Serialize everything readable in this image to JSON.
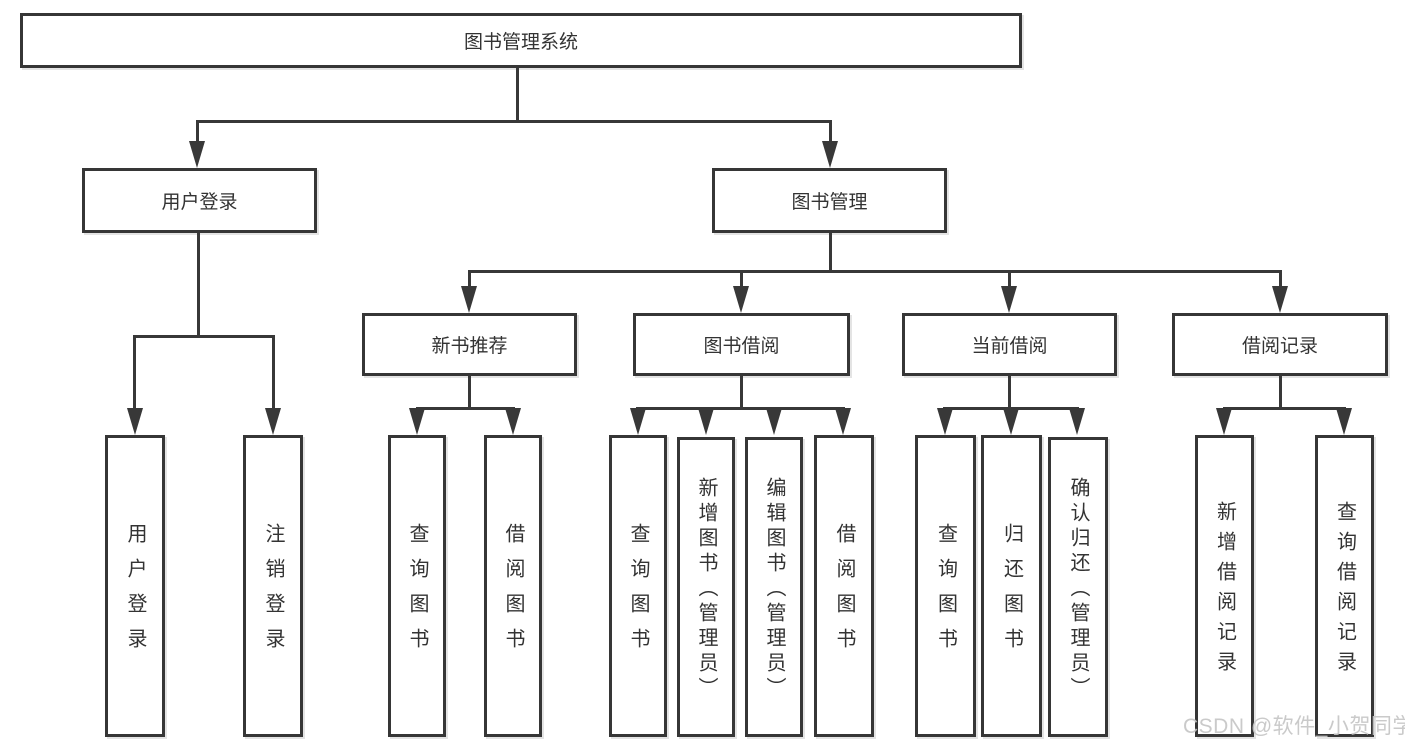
{
  "tree": {
    "root": {
      "label": "图书管理系统",
      "children": [
        {
          "label": "用户登录",
          "children": [
            {
              "label": "用户登录"
            },
            {
              "label": "注销登录"
            }
          ]
        },
        {
          "label": "图书管理",
          "children": [
            {
              "label": "新书推荐",
              "children": [
                {
                  "label": "查询图书"
                },
                {
                  "label": "借阅图书"
                }
              ]
            },
            {
              "label": "图书借阅",
              "children": [
                {
                  "label": "查询图书"
                },
                {
                  "label": "新增图书（管理员）"
                },
                {
                  "label": "编辑图书（管理员）"
                },
                {
                  "label": "借阅图书"
                }
              ]
            },
            {
              "label": "当前借阅",
              "children": [
                {
                  "label": "查询图书"
                },
                {
                  "label": "归还图书"
                },
                {
                  "label": "确认归还（管理员）"
                }
              ]
            },
            {
              "label": "借阅记录",
              "children": [
                {
                  "label": "新增借阅记录"
                },
                {
                  "label": "查询借阅记录"
                }
              ]
            }
          ]
        }
      ]
    }
  },
  "watermark": {
    "text": "CSDN @软件_小贺同学"
  },
  "colors": {
    "line": "#383838",
    "box_border": "#363636",
    "text": "#333333",
    "background": "#ffffff",
    "watermark": "#c6c6c6"
  }
}
